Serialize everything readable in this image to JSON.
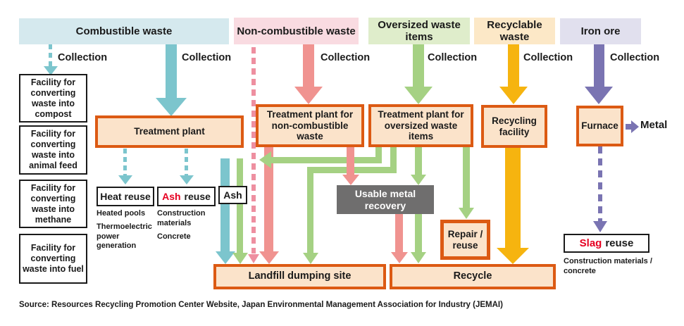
{
  "diagram": {
    "headers": {
      "combustible": "Combustible waste",
      "non_combustible": "Non-combustible waste",
      "oversized": "Oversized waste items",
      "recyclable": "Recyclable waste",
      "iron_ore": "Iron ore"
    },
    "collection": [
      "Collection",
      "Collection",
      "Collection",
      "Collection",
      "Collection",
      "Collection"
    ],
    "facilities": [
      "Facility for converting waste into compost",
      "Facility for converting waste into animal feed",
      "Facility for converting waste into methane",
      "Facility for converting waste into fuel"
    ],
    "plants": {
      "treatment": "Treatment plant",
      "non_combustible": "Treatment plant for non-combustible waste",
      "oversized": "Treatment plant for oversized waste items",
      "recycling": "Recycling facility",
      "furnace": "Furnace"
    },
    "nodes": {
      "metal": "Metal",
      "heat_reuse": "Heat reuse",
      "ash_accent": "Ash",
      "ash_reuse_rest": "reuse",
      "ash": "Ash",
      "usable_metal": "Usable metal recovery",
      "repair_reuse": "Repair / reuse",
      "landfill": "Landfill dumping site",
      "recycle": "Recycle",
      "slag_accent": "Slag",
      "slag_reuse_rest": "reuse"
    },
    "notes": {
      "heat_1": "Heated pools",
      "heat_2": "Thermoelectric power generation",
      "ash_1": "Construction materials",
      "ash_2": "Concrete",
      "slag": "Construction materials / concrete"
    },
    "source": "Source: Resources Recycling Promotion Center Website, Japan Environmental Management Association for Industry (JEMAI)",
    "colors": {
      "teal": "#7cc5cd",
      "pink": "#f09390",
      "pink_dashed": "#ee8fa0",
      "green": "#a5d183",
      "yellow": "#f6b40f",
      "purple": "#7a74b2",
      "box_border_orange": "#dc5a13",
      "box_fill_peach": "#fbe3ca",
      "gray_box": "#6f6e6e",
      "accent_red": "#e60021",
      "header_combustible_bg": "#d5e9ee",
      "header_non_combustible_bg": "#f9dbe1",
      "header_oversized_bg": "#dfedcb",
      "header_recyclable_bg": "#fce8c7",
      "header_iron_ore_bg": "#e1e0ee"
    }
  }
}
